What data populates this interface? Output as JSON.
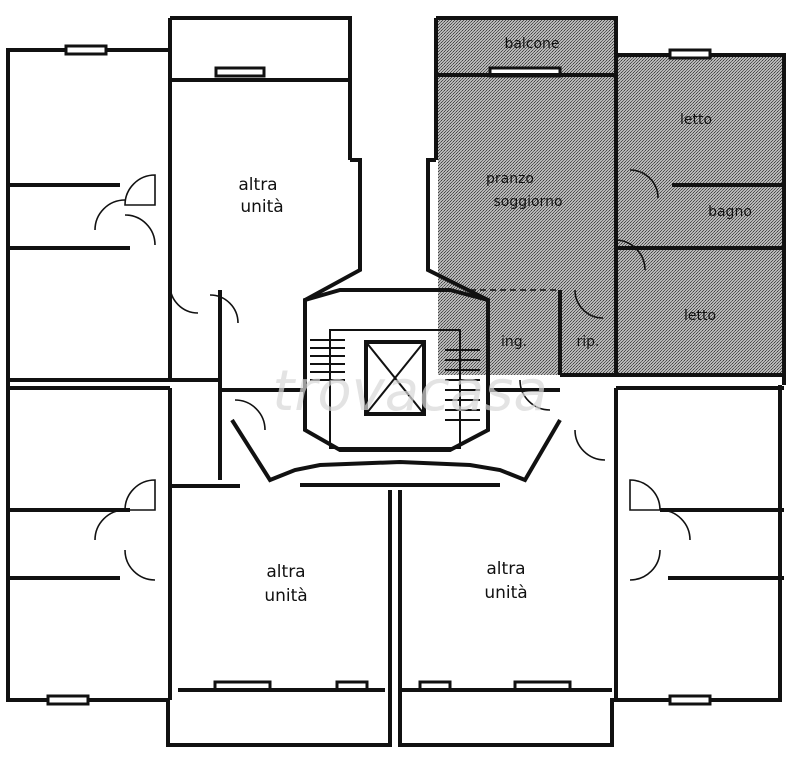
{
  "rooms": {
    "other_unit_top": [
      "altra",
      "unità"
    ],
    "other_unit_bottom_left": [
      "altra",
      "unità"
    ],
    "other_unit_bottom_right": [
      "altra",
      "unità"
    ],
    "balcony": "balcone",
    "bedroom_1": "letto",
    "bedroom_2": "letto",
    "living_room": [
      "pranzo",
      "soggiorno"
    ],
    "bathroom": "bagno",
    "entrance": "ing.",
    "storage": "rip."
  },
  "watermark": "trovacasa",
  "colors": {
    "wall": "#111111",
    "highlight": "#6a6a6a",
    "background": "#ffffff"
  }
}
